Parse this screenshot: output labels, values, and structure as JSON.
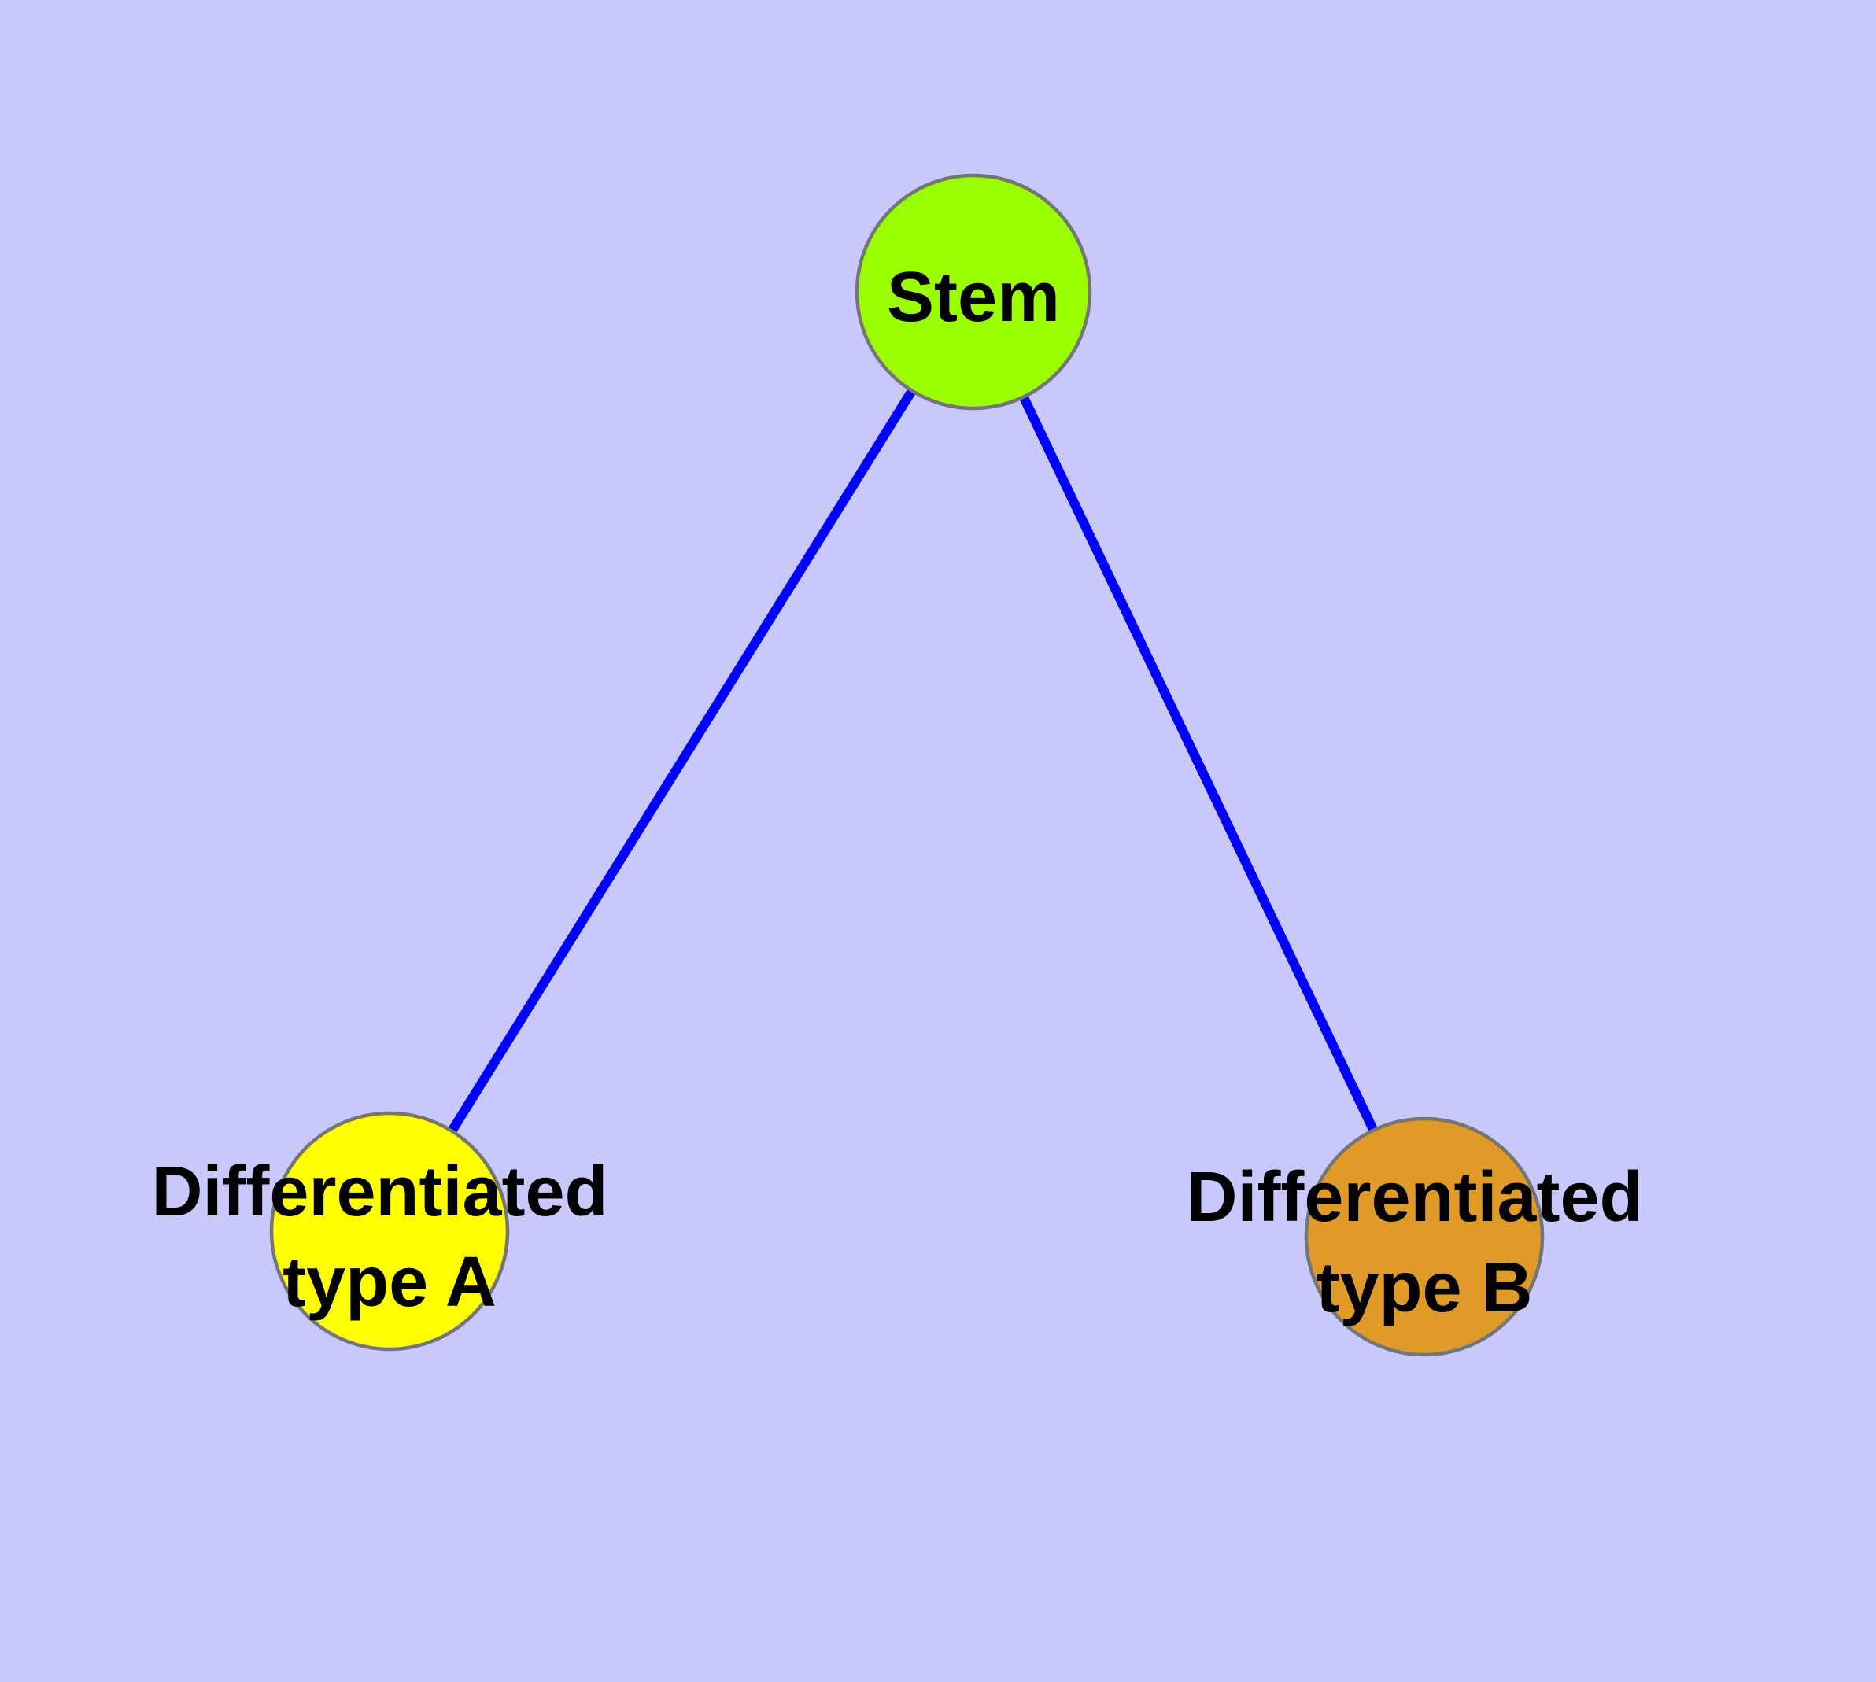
{
  "diagram": {
    "type": "node-link graph",
    "background_color": "#c8c8fa",
    "node_border_color": "#757575",
    "label_color": "#000000",
    "nodes": [
      {
        "id": "stem",
        "label": "Stem",
        "color": "#9afe00"
      },
      {
        "id": "differentiated-type-a",
        "label": "Differentiated type A",
        "label_line1": "Differentiated",
        "label_line2": "type A",
        "color": "#ffff00"
      },
      {
        "id": "differentiated-type-b",
        "label": "Differentiated type B",
        "label_line1": "Differentiated",
        "label_line2": "type B",
        "color": "#e09a28"
      }
    ],
    "edges": [
      {
        "from": "Stem",
        "to": "Differentiated type A",
        "color": "#0000ff"
      },
      {
        "from": "Stem",
        "to": "Differentiated type B",
        "color": "#0000ff"
      }
    ]
  }
}
